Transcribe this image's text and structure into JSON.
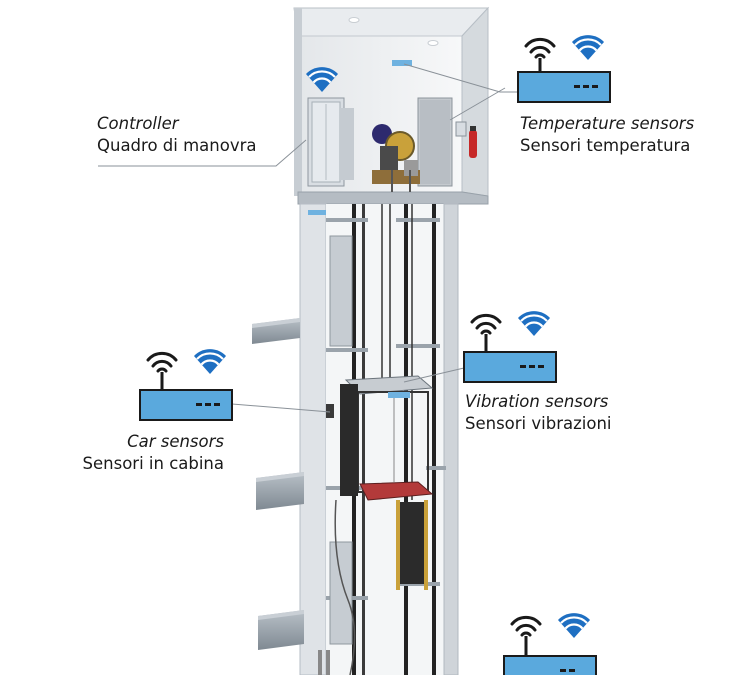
{
  "labels": {
    "controller": {
      "en": "Controller",
      "it": "Quadro di manovra"
    },
    "temperature": {
      "en": "Temperature sensors",
      "it": "Sensori temperatura"
    },
    "vibration": {
      "en": "Vibration sensors",
      "it": "Sensori vibrazioni"
    },
    "car": {
      "en": "Car sensors",
      "it": "Sensori in cabina"
    }
  },
  "icons": {
    "device": "router-icon",
    "signal": "wifi-icon"
  },
  "colors": {
    "device_fill": "#5aa9dd",
    "wifi_blue": "#1e6fc2",
    "wifi_black": "#1a1a1a",
    "shaft_gray": "#d7dbe0",
    "floor_slab": "#9aa4ad"
  }
}
